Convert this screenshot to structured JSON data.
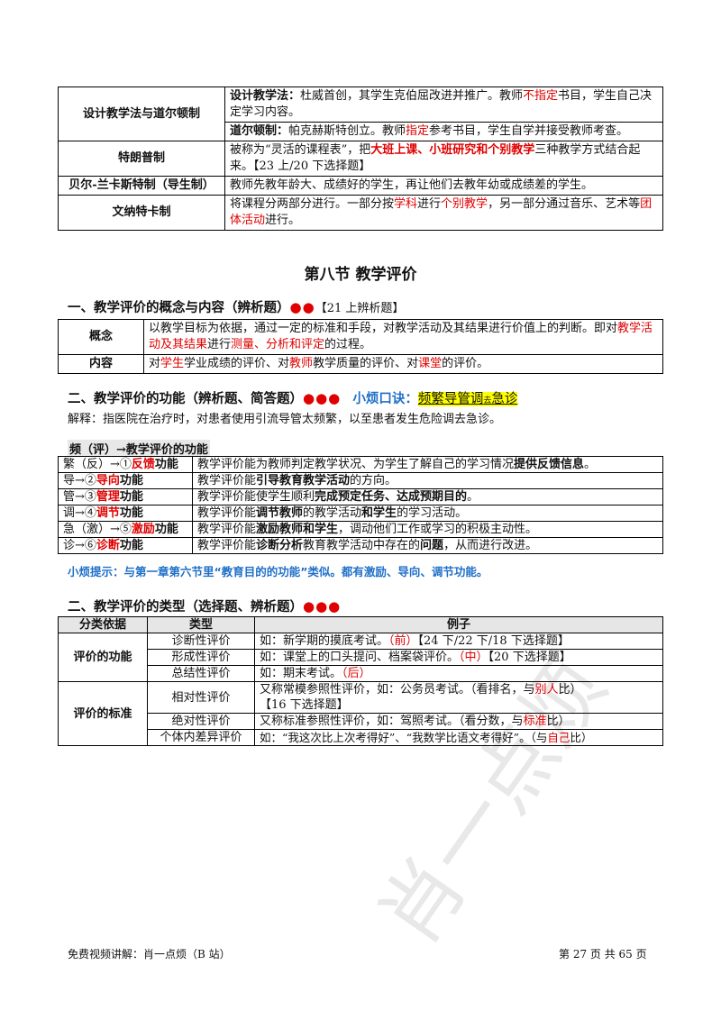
{
  "table1": {
    "rows": [
      {
        "label": "设计教学法与道尔顿制",
        "p1": {
          "bold": "设计教学法：",
          "t1": "杜威首创，其学生克伯屈改进并推广。教师",
          "red1": "不指定",
          "t2": "书目，学生自己决定学习内容。"
        },
        "p2": {
          "bold": "道尔顿制：",
          "t1": "帕克赫斯特创立。教师",
          "red1": "指定",
          "t2": "参考书目，学生自学并接受教师考查。"
        }
      },
      {
        "label": "特朗普制",
        "t1": "被称为“灵活的课程表”，把",
        "red1": "大班上课、小班研究和个别教学",
        "t2": "三种教学方式结合起来。【23 上/20 下选择题】"
      },
      {
        "label": "贝尔-兰卡斯特制（导生制）",
        "t1": "教师先教年龄大、成绩好的学生，再让他们去教年幼或成绩差的学生。"
      },
      {
        "label": "文纳特卡制",
        "t1": "将课程分两部分进行。一部分按",
        "red1": "学科",
        "t2": "进行",
        "red2": "个别教学",
        "t3": "，另一部分通过音乐、艺术等",
        "red3": "团体活动",
        "t4": "进行。"
      }
    ]
  },
  "section_title": "第八节  教学评价",
  "s1": {
    "heading": "一、教学评价的概念与内容（辨析题）",
    "dots": "●●",
    "tag": "【21 上辨析题】",
    "rows": [
      {
        "label": "概念",
        "t1": "以教学目标为依据，通过一定的标准和手段，对教学活动及其结果进行价值上的判断。即对",
        "red1": "教学活动及其结果",
        "t2": "进行",
        "red2": "测量、分析和评定",
        "t3": "的过程。"
      },
      {
        "label": "内容",
        "t1": "对",
        "red1": "学生",
        "t2": "学业成绩的评价、对",
        "red2": "教师",
        "t3": "教学质量的评价、对",
        "red3": "课堂",
        "t4": "的评价。"
      }
    ]
  },
  "s2": {
    "heading": "二、教学评价的功能（辨析题、简答题）",
    "dots": "●●●",
    "tip_label": "小烦口诀：",
    "tip_text": "频繁导管调",
    "tip_small": "去",
    "tip_text2": "急诊",
    "explain": "解释：指医院在治疗时，对患者使用引流导管太频繁，以至患者发生危险调去急诊。",
    "sub": "频（评）→教学评价的功能",
    "rows": [
      {
        "pre": "繁（反）→①",
        "key": "反馈",
        "post": "功能",
        "d1": "教学评价能为教师判定教学状况、为学生了解自己的学习情况",
        "db": "提供反馈信息",
        "d2": "。"
      },
      {
        "pre": "导→②",
        "key": "导向",
        "post": "功能",
        "d1": "教学评价能",
        "db": "引导教育教学活动",
        "d2": "的方向。"
      },
      {
        "pre": "管→③",
        "key": "管理",
        "post": "功能",
        "d1": "教学评价能使学生顺利",
        "db": "完成预定任务、达成预期目的",
        "d2": "。"
      },
      {
        "pre": "调→④",
        "key": "调节",
        "post": "功能",
        "d1": "教学评价能",
        "db": "调节教师",
        "d2": "的教学活动",
        "db2": "和学生",
        "d3": "的学习活动。"
      },
      {
        "pre": "急（激）→⑤",
        "key": "激励",
        "post": "功能",
        "d1": "教学评价能",
        "db": "激励教师和学生",
        "d2": "，调动他们工作或学习的积极主动性。"
      },
      {
        "pre": "诊→⑥",
        "key": "诊断",
        "post": "功能",
        "d1": "教学评价能",
        "db": "诊断分析",
        "d2": "教育教学活动中存在的",
        "db2": "问题",
        "d3": "，从而进行改进。"
      }
    ],
    "hint": "小烦提示：与第一章第六节里“教育目的的功能”类似。都有激励、导向、调节功能。"
  },
  "s3": {
    "heading": "二、教学评价的类型（选择题、辨析题）",
    "dots": "●●●",
    "headers": [
      "分类依据",
      "类型",
      "例子"
    ],
    "g1": "评价的功能",
    "g2": "评价的标准",
    "rows": [
      {
        "type": "诊断性评价",
        "t1": "如：新学期的摸底考试。",
        "red": "（前）",
        "t2": "【24 下/22 下/18 下选择题】"
      },
      {
        "type": "形成性评价",
        "t1": "如：课堂上的口头提问、档案袋评价。",
        "red": "（中）",
        "t2": "【20 下选择题】"
      },
      {
        "type": "总结性评价",
        "t1": "如：期末考试。",
        "red": "（后）",
        "t2": ""
      },
      {
        "type": "相对性评价",
        "t1": "又称常模参照性评价，如：公务员考试。（看排名，与",
        "red": "别人",
        "t2": "比）",
        "t3": "【16 下选择题】"
      },
      {
        "type": "绝对性评价",
        "t1": "又称标准参照性评价，如：驾照考试。（看分数，与",
        "red": "标准",
        "t2": "比）"
      },
      {
        "type": "个体内差异评价",
        "t1": "如：“我这次比上次考得好”、“我数学比语文考得好”。（与",
        "red": "自己",
        "t2": "比）"
      }
    ]
  },
  "footer": {
    "left": "免费视频讲解：肖一点烦（B 站）",
    "right": "第 27 页 共 65 页"
  },
  "watermark": "肖一点烦"
}
